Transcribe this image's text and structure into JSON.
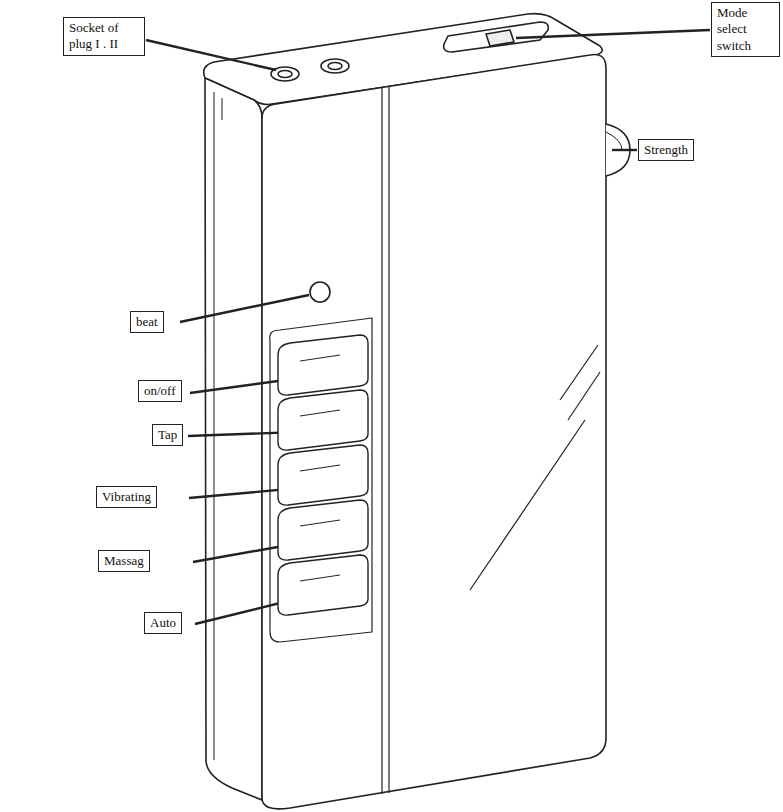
{
  "diagram": {
    "nodes": [
      {
        "text": [
          "Socket of plug I . II"
        ]
      },
      {
        "text": [
          "Mode select switch"
        ]
      },
      {
        "text": [
          "Strength"
        ]
      },
      {
        "text": [
          "beat"
        ]
      },
      {
        "text": [
          "on/off"
        ]
      },
      {
        "text": [
          "Tap"
        ]
      },
      {
        "text": [
          "Vibrating"
        ]
      },
      {
        "text": [
          "Massag"
        ]
      },
      {
        "text": [
          "Auto"
        ]
      }
    ]
  }
}
